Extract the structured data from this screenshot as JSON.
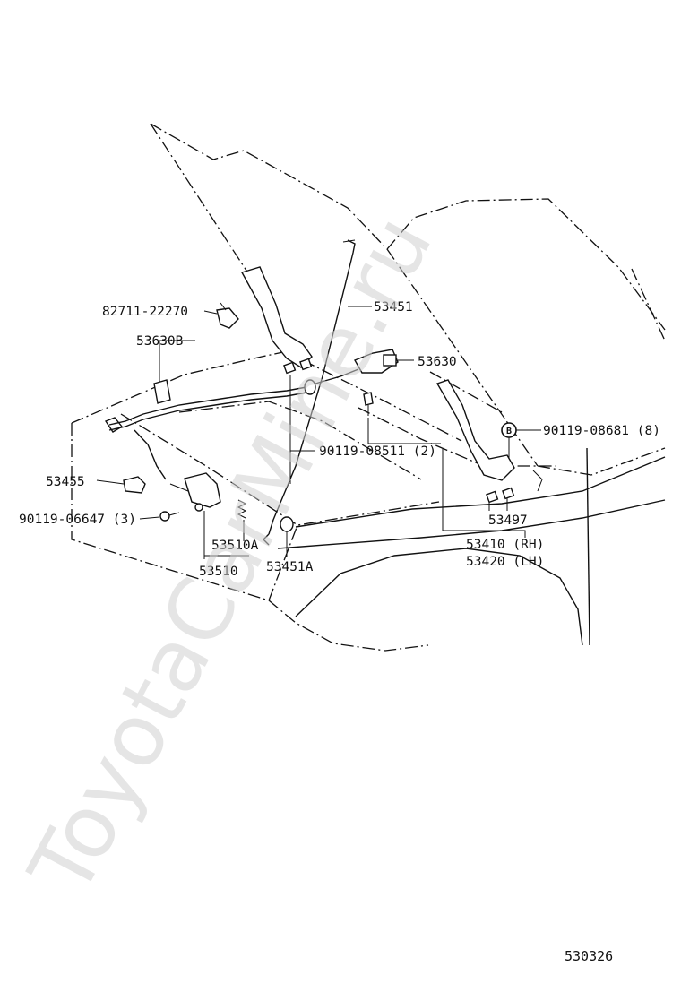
{
  "watermark": "ToyotaCarMine.ru",
  "figure_id": "530326",
  "callouts": {
    "c82711": "82711-22270",
    "c53630B": "53630B",
    "c53451": "53451",
    "c53630": "53630",
    "c90119_08681": "90119-08681 (8)",
    "c90119_08511": "90119-08511 (2)",
    "c53455": "53455",
    "c90119_06647": "90119-06647 (3)",
    "c53510A": "53510A",
    "c53510": "53510",
    "c53451A": "53451A",
    "c53497": "53497",
    "c53410": "53410 (RH)",
    "c53420": "53420 (LH)",
    "bolt_mark": "B"
  }
}
